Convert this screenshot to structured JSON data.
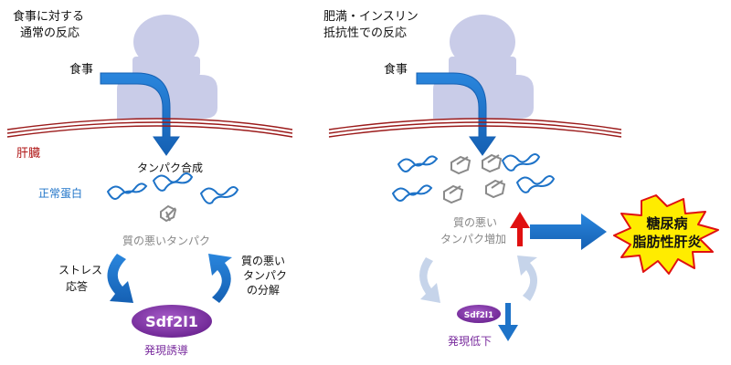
{
  "left_panel": {
    "title_line1": "食事に対する",
    "title_line2": "通常の反応",
    "food_label": "食事",
    "liver_label": "肝臓",
    "protein_synthesis_label": "タンパク合成",
    "normal_protein_label": "正常蛋白",
    "bad_protein_label": "質の悪いタンパク",
    "stress_line1": "ストレス",
    "stress_line2": "応答",
    "degrade_line1": "質の悪い",
    "degrade_line2": "タンパク",
    "degrade_line3": "の分解",
    "gene_label": "Sdf2l1",
    "expression_label": "発現誘導"
  },
  "right_panel": {
    "title_line1": "肥満・インスリン",
    "title_line2": "抵抗性での反応",
    "food_label": "食事",
    "bad_protein_line1": "質の悪い",
    "bad_protein_line2": "タンパク増加",
    "gene_label": "Sdf2l1",
    "expression_label": "発現低下",
    "disease_line1": "糖尿病",
    "disease_line2": "脂肪性肝炎"
  },
  "colors": {
    "person": "#c9cce8",
    "arrow_blue": "#1e73c8",
    "protein_blue": "#1e73c8",
    "protein_gray": "#8a8a8a",
    "membrane_red": "#9b1a1a",
    "liver_text": "#b01818",
    "gene_purple": "#7a2c9e",
    "red_arrow": "#e01010",
    "burst_fill": "#ffec00",
    "burst_edge": "#e01010",
    "faded_arrow": "#c6d4ea"
  }
}
